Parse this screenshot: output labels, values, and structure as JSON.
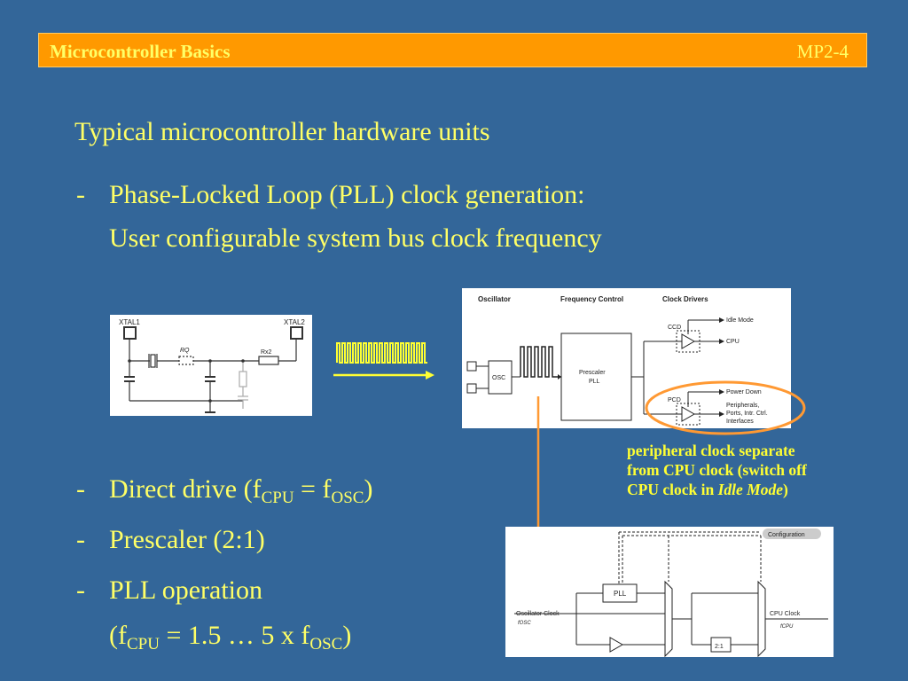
{
  "header": {
    "title": "Microcontroller Basics",
    "page": "MP2-4"
  },
  "heading": "Typical microcontroller hardware units",
  "bullet_dash": "-",
  "pll_item": {
    "line1": "Phase-Locked Loop (PLL) clock generation:",
    "line2": "User configurable system bus clock frequency"
  },
  "modes": {
    "direct": {
      "text": "Direct drive (f",
      "sub1": "CPU",
      "mid": " = f",
      "sub2": "OSC",
      "end": ")"
    },
    "prescaler": "Prescaler (2:1)",
    "pll": {
      "line1": "PLL operation",
      "pre": "(f",
      "sub1": "CPU",
      "mid": " = 1.5 … 5 x f",
      "sub2": "OSC",
      "end": ")"
    }
  },
  "note": {
    "line1": "peripheral clock separate",
    "line2": "from CPU clock (switch off",
    "line3_pre": "CPU clock in ",
    "line3_em": "Idle Mode",
    "line3_post": ")"
  },
  "crystal_diagram": {
    "xtal1": "XTAL1",
    "xtal2": "XTAL2",
    "rq": "RQ",
    "rx2": "Rx2"
  },
  "clock_diagram": {
    "oscillator": "Oscillator",
    "frequency_control": "Frequency Control",
    "clock_drivers": "Clock Drivers",
    "osc": "OSC",
    "prescaler": "Prescaler",
    "pll": "PLL",
    "ccd": "CCD",
    "pcd": "PCD",
    "idle_mode": "Idle Mode",
    "cpu": "CPU",
    "power_down": "Power Down",
    "peripherals": "Peripherals,",
    "ports": "Ports, Intr. Ctrl.",
    "interfaces": "Interfaces"
  },
  "mux_diagram": {
    "configuration": "Configuration",
    "pll": "PLL",
    "ratio": "2:1",
    "osc_clock": "Oscillator Clock",
    "fosc": "fOSC",
    "cpu_clock": "CPU Clock",
    "fcpu": "fCPU"
  },
  "colors": {
    "background": "#336699",
    "header": "#ff9900",
    "text": "#ffff66",
    "arrow": "#ff9933",
    "note": "#ffff33"
  }
}
